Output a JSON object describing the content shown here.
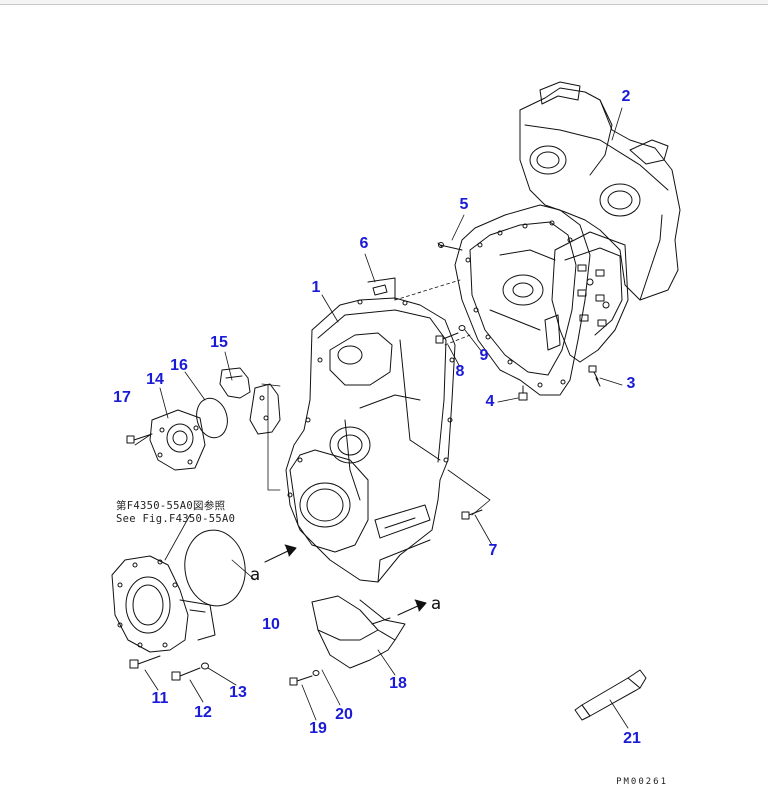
{
  "drawing": {
    "callouts": [
      {
        "id": "1",
        "label": "1"
      },
      {
        "id": "2",
        "label": "2"
      },
      {
        "id": "3",
        "label": "3"
      },
      {
        "id": "4",
        "label": "4"
      },
      {
        "id": "5",
        "label": "5"
      },
      {
        "id": "6",
        "label": "6"
      },
      {
        "id": "7",
        "label": "7"
      },
      {
        "id": "8",
        "label": "8"
      },
      {
        "id": "9",
        "label": "9"
      },
      {
        "id": "10",
        "label": "10"
      },
      {
        "id": "11",
        "label": "11"
      },
      {
        "id": "12",
        "label": "12"
      },
      {
        "id": "13",
        "label": "13"
      },
      {
        "id": "14",
        "label": "14"
      },
      {
        "id": "15",
        "label": "15"
      },
      {
        "id": "16",
        "label": "16"
      },
      {
        "id": "17",
        "label": "17"
      },
      {
        "id": "18",
        "label": "18"
      },
      {
        "id": "19",
        "label": "19"
      },
      {
        "id": "20",
        "label": "20"
      },
      {
        "id": "21",
        "label": "21"
      }
    ],
    "reference_note": {
      "line1": "第F4350-55A0図参照",
      "line2": "See Fig.F4350-55A0"
    },
    "reference_letter": "a",
    "drawing_number": "PM00261",
    "colors": {
      "callout": "#1a1ad8",
      "line": "#111111"
    }
  }
}
